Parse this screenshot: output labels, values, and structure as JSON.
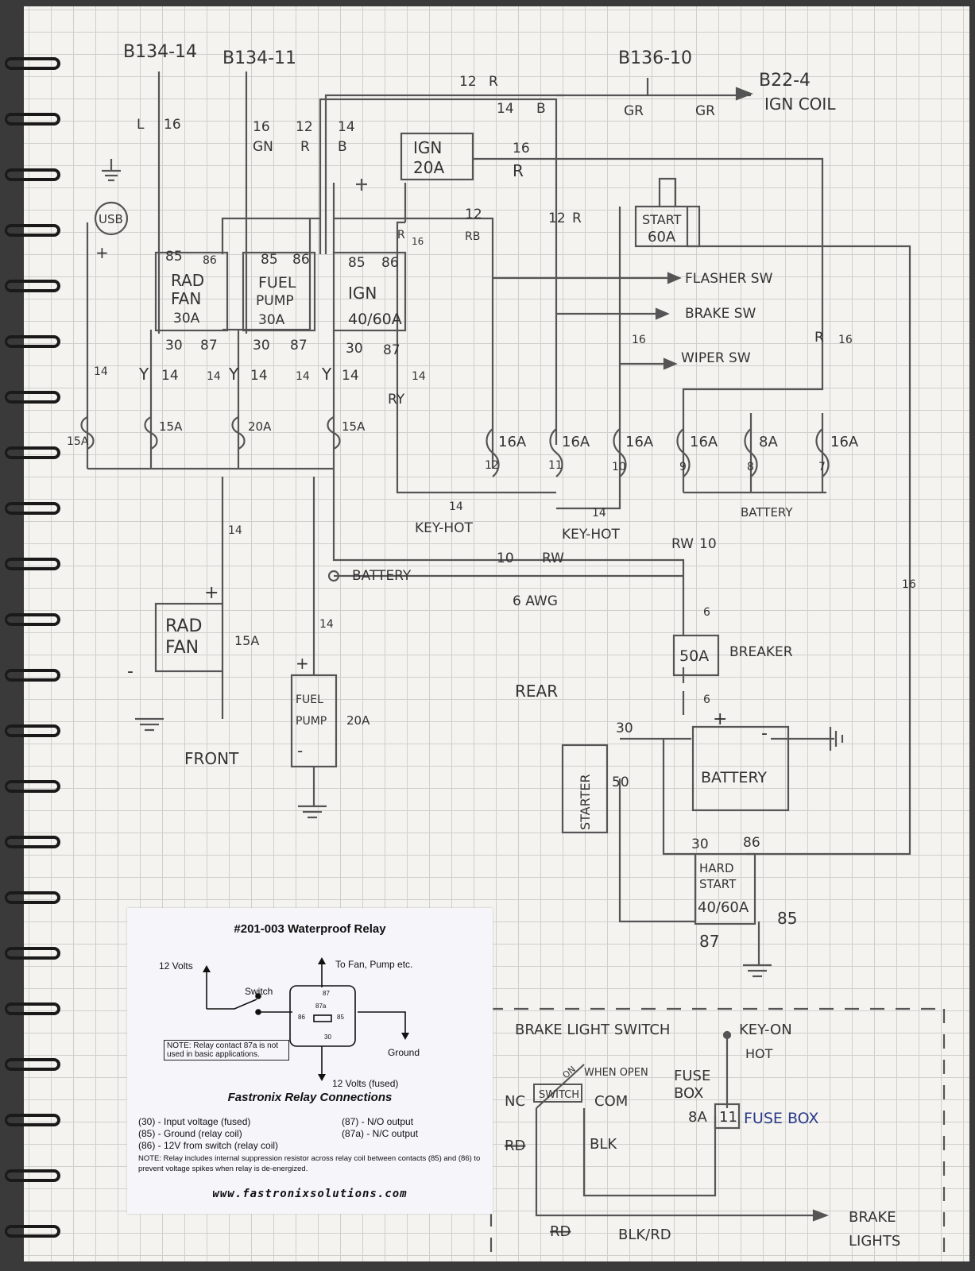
{
  "top_labels": {
    "b134_14": "B134-14",
    "b134_11": "B134-11",
    "b136_10": "B136-10",
    "b22_4": "B22-4",
    "ign_coil": "IGN COIL"
  },
  "wire_labels": {
    "l": "L",
    "w16a": "16",
    "w16b": "16",
    "gn": "GN",
    "w12a": "12",
    "r1": "R",
    "w14a": "14",
    "b1": "B",
    "w12r_top": "12",
    "r_top": "R",
    "w14_top": "14",
    "b_top": "B",
    "gr1": "GR",
    "gr2": "GR",
    "w16_ign": "16",
    "r_ign": "R",
    "w12_rb": "12",
    "rb": "RB",
    "r_small": "R",
    "w16_small": "16",
    "w12_mid": "12",
    "r_mid": "R",
    "w16_wiper": "16",
    "r_right": "R",
    "w16_right": "16",
    "w14_l1": "14",
    "y1": "Y",
    "w14_l2": "14",
    "w14_l3": "14",
    "y2": "Y",
    "w14_l4": "14",
    "w14_l5": "14",
    "y3": "Y",
    "w14_l6": "14",
    "w14_ry": "14",
    "ry": "RY",
    "w14_fan": "14",
    "w14_pump": "14",
    "w14_keyhot1": "14",
    "w14_keyhot2": "14",
    "w10": "10",
    "rw": "RW",
    "rw10a": "RW",
    "rw10b": "10",
    "w16_far": "16",
    "w6a": "6",
    "w6b": "6",
    "awg": "6 AWG",
    "w30_starter": "30",
    "w50": "50",
    "w30_hard": "30",
    "w86_hard": "86",
    "w85_hard": "85",
    "w87_hard": "87"
  },
  "relays": {
    "rad_fan": {
      "pins_top": [
        "85",
        "86"
      ],
      "name1": "RAD",
      "name2": "FAN",
      "amp": "30A",
      "pins_bot": [
        "30",
        "87"
      ]
    },
    "fuel_pump": {
      "pins_top": [
        "85",
        "86"
      ],
      "name1": "FUEL",
      "name2": "PUMP",
      "amp": "30A",
      "pins_bot": [
        "30",
        "87"
      ]
    },
    "ign": {
      "pins_top": [
        "85",
        "86"
      ],
      "name1": "IGN",
      "name2": "",
      "amp": "40/60A",
      "pins_bot": [
        "30",
        "87"
      ]
    },
    "hard_start": {
      "name1": "HARD",
      "name2": "START",
      "amp": "40/60A"
    }
  },
  "boxes": {
    "usb": "USB",
    "ign_fuse": "IGN",
    "ign_fuse_amp": "20A",
    "start_fuse": "START",
    "start_fuse_amp": "60A",
    "rad_fan_motor1": "RAD",
    "rad_fan_motor2": "FAN",
    "rad_fan_motor_amp": "15A",
    "fuel_pump_motor1": "FUEL",
    "fuel_pump_motor2": "PUMP",
    "fuel_pump_motor_amp": "20A",
    "breaker": "50A",
    "breaker_label": "BREAKER",
    "battery": "BATTERY",
    "starter": "STARTER"
  },
  "fuses": {
    "f15a_usb": "15A",
    "f15a": "15A",
    "f20a": "20A",
    "f15a_ign": "15A",
    "f12_amp": "16A",
    "f12_num": "12",
    "f11_amp": "16A",
    "f11_num": "11",
    "f10_amp": "16A",
    "f10_num": "10",
    "f9_amp": "16A",
    "f9_num": "9",
    "f8_amp": "8A",
    "f8_num": "8",
    "f7_amp": "16A",
    "f7_num": "7"
  },
  "outputs": {
    "flasher": "FLASHER SW",
    "brake": "BRAKE SW",
    "wiper": "WIPER SW"
  },
  "section_labels": {
    "key_hot1": "KEY-HOT",
    "key_hot2": "KEY-HOT",
    "battery_fusebox": "BATTERY",
    "battery_main": "BATTERY",
    "front": "FRONT",
    "rear": "REAR",
    "plus": "+",
    "minus": "-"
  },
  "brake_section": {
    "title": "BRAKE LIGHT SWITCH",
    "key_on": "KEY-ON",
    "hot": "HOT",
    "on": "ON",
    "when_open": "WHEN OPEN",
    "nc": "NC",
    "switch": "SWITCH",
    "com": "COM",
    "fuse_box1": "FUSE",
    "fuse_box2": "BOX",
    "amp": "8A",
    "num": "11",
    "fuse_box_blue": "FUSE BOX",
    "blk": "BLK",
    "blk_rd": "BLK/RD",
    "brake": "BRAKE",
    "lights": "LIGHTS",
    "rd_struck1": "RD",
    "rd_struck2": "RD",
    "blue_color": "#2a3a8a"
  },
  "card": {
    "title": "#201-003 Waterproof Relay",
    "volts12": "12 Volts",
    "to_fan": "To Fan, Pump etc.",
    "switch": "Switch",
    "ground": "Ground",
    "fused": "12 Volts (fused)",
    "pin87": "87",
    "pin87a": "87a",
    "pin86": "86",
    "pin85": "85",
    "pin30": "30",
    "note": "NOTE: Relay contact 87a is not used in basic applications.",
    "subtitle": "Fastronix Relay Connections",
    "c30": "(30) - Input voltage (fused)",
    "c85": "(85) - Ground (relay coil)",
    "c86": "(86) - 12V from switch (relay coil)",
    "c87": "(87) - N/O output",
    "c87a": "(87a) - N/C output",
    "note2": "NOTE: Relay includes internal suppression resistor across relay coil between contacts (85) and (86) to prevent voltage spikes when relay is de-energized.",
    "url": "www.fastronixsolutions.com"
  }
}
